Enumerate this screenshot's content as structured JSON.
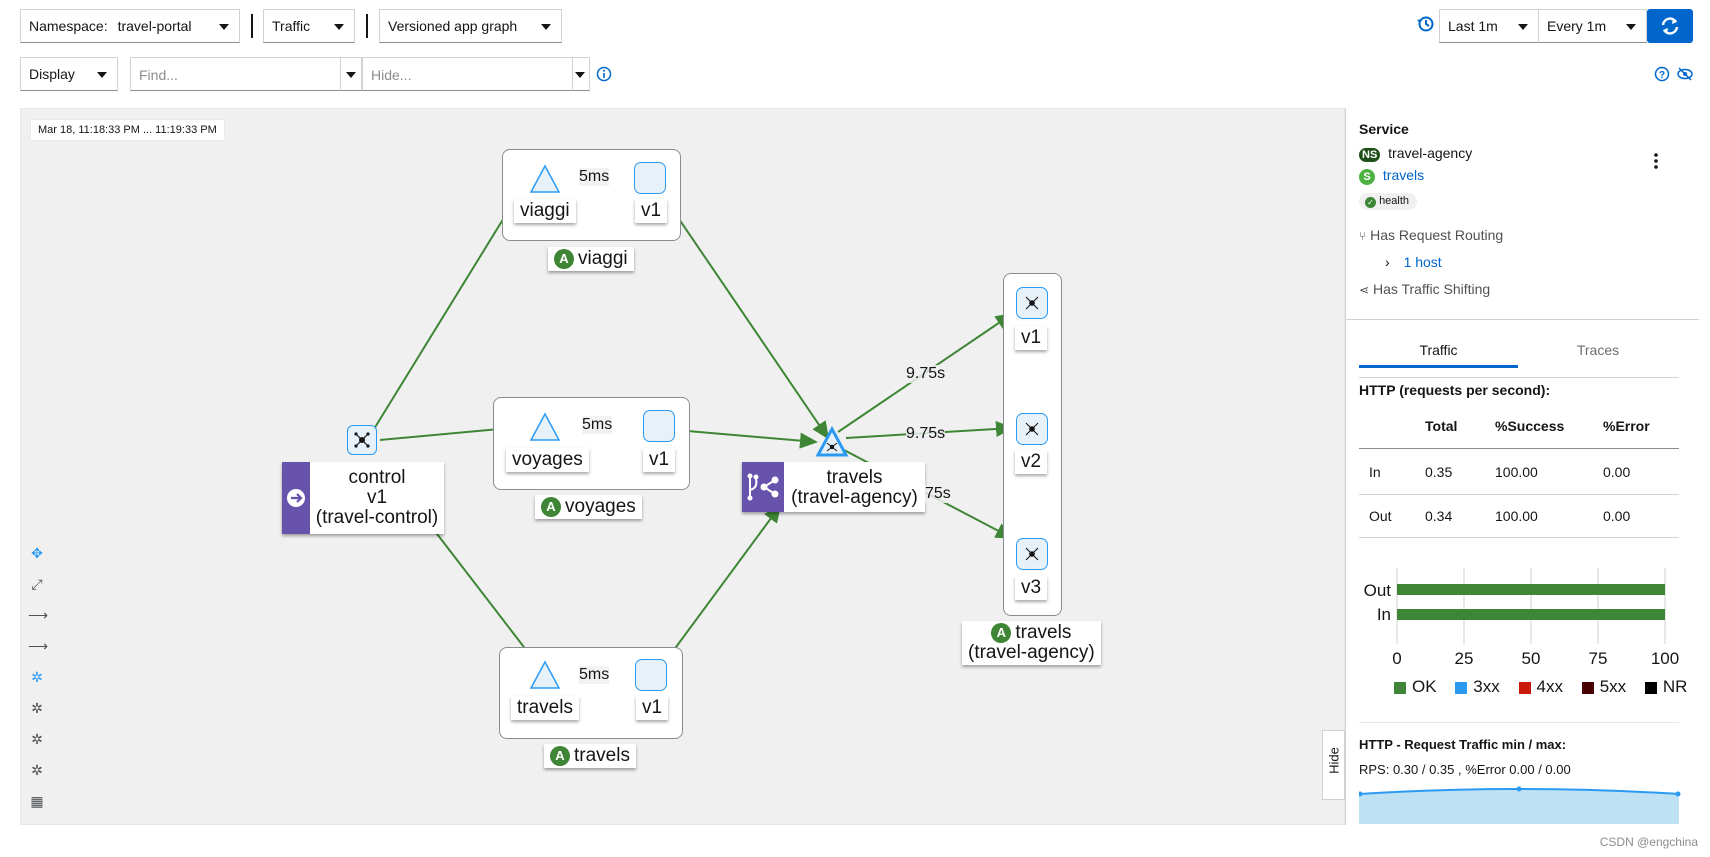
{
  "toolbar": {
    "namespace_label": "Namespace:",
    "namespace_value": "travel-portal",
    "traffic_label": "Traffic",
    "graph_type": "Versioned app graph",
    "time_range": "Last 1m",
    "refresh_interval": "Every 1m",
    "display_label": "Display",
    "find_placeholder": "Find...",
    "hide_placeholder": "Hide..."
  },
  "graph": {
    "timestamp": "Mar 18, 11:18:33 PM ... 11:19:33 PM",
    "hide_label": "Hide",
    "nodes": {
      "viaggi_service": "viaggi",
      "viaggi_version": "v1",
      "viaggi_app": "viaggi",
      "voyages_service": "voyages",
      "voyages_version": "v1",
      "voyages_app": "voyages",
      "travels_service_bottom": "travels",
      "travels_version_bottom": "v1",
      "travels_app_bottom": "travels",
      "control_line1": "control",
      "control_line2": "v1",
      "control_line3": "(travel-control)",
      "travels_agency_line1": "travels",
      "travels_agency_line2": "(travel-agency)",
      "agency_v1": "v1",
      "agency_v2": "v2",
      "agency_v3": "v3",
      "agency_app_line1": "travels",
      "agency_app_line2": "(travel-agency)",
      "app_badge": "A"
    },
    "edges": {
      "viaggi": "5ms",
      "voyages": "5ms",
      "travels": "5ms",
      "to_v1": "9.75s",
      "to_v2": "9.75s",
      "to_v3": "75s"
    }
  },
  "side_panel": {
    "title": "Service",
    "ns_badge": "NS",
    "namespace": "travel-agency",
    "svc_badge": "S",
    "service": "travels",
    "health": "health",
    "request_routing": "Has Request Routing",
    "hosts": "1 host",
    "traffic_shifting": "Has Traffic Shifting",
    "tab_traffic": "Traffic",
    "tab_traces": "Traces",
    "http_title": "HTTP (requests per second):",
    "table": {
      "headers": [
        "Total",
        "%Success",
        "%Error"
      ],
      "rows": [
        {
          "label": "In",
          "total": "0.35",
          "success": "100.00",
          "error": "0.00"
        },
        {
          "label": "Out",
          "total": "0.34",
          "success": "100.00",
          "error": "0.00"
        }
      ]
    },
    "chart_bars": [
      "Out",
      "In"
    ],
    "chart_ticks": [
      "0",
      "25",
      "50",
      "75",
      "100"
    ],
    "legend": [
      {
        "label": "OK",
        "color": "#3e8635"
      },
      {
        "label": "3xx",
        "color": "#2b9af3"
      },
      {
        "label": "4xx",
        "color": "#c9190b"
      },
      {
        "label": "5xx",
        "color": "#470000"
      },
      {
        "label": "NR",
        "color": "#000000"
      }
    ],
    "min_max_title": "HTTP - Request Traffic min / max:",
    "rps_text": "RPS: 0.30 / 0.35 , %Error 0.00 / 0.00"
  },
  "footer": "CSDN @engchina"
}
